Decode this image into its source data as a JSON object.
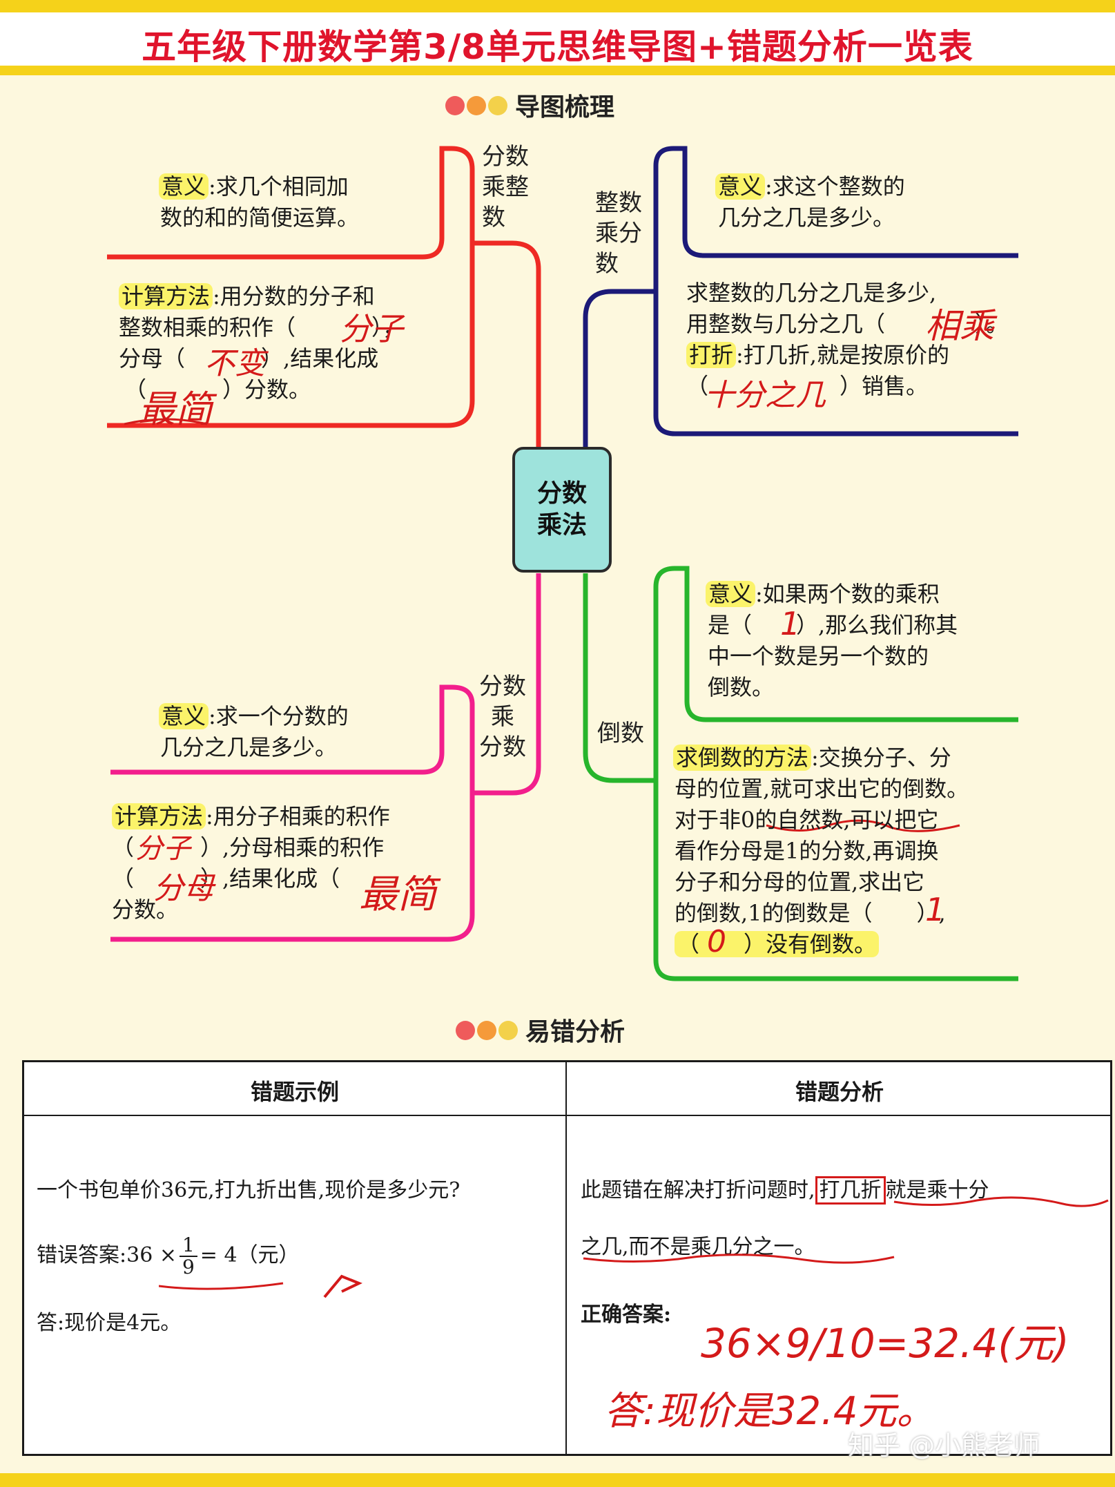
{
  "title": "五年级下册数学第3/8单元思维导图+错题分析一览表",
  "mindmap_section_title": "导图梳理",
  "errors_section_title": "易错分析",
  "center_node": {
    "line1": "分数",
    "line2": "乘法"
  },
  "branch_top_left": {
    "label_lines": [
      "分数",
      "乘整",
      "数"
    ],
    "meaning_key": "意义",
    "meaning_text": ":求几个相同加",
    "meaning_text2": "数的和的简便运算。",
    "method_key": "计算方法",
    "method_lines": [
      ":用分数的分子和",
      "整数相乘的积作（",
      "分母（",
      "（",
      "）分数。"
    ],
    "method_line2_end": "），",
    "method_line3_end": "）,结果化成",
    "handwriting": [
      "分子",
      "不变",
      "最简"
    ]
  },
  "branch_top_right": {
    "label_lines": [
      "整数",
      "乘分",
      "数"
    ],
    "meaning_key": "意义",
    "meaning_text": ":求这个整数的",
    "meaning_text2": "几分之几是多少。",
    "line1": "求整数的几分之几是多少,",
    "line2": "用整数与几分之几（",
    "line2_end": "）。",
    "discount_key": "打折",
    "discount_text": ":打几折,就是按原价的",
    "discount_line2_start": "（",
    "discount_line2_end": "）销售。",
    "handwriting": [
      "相乘",
      "十分之几"
    ]
  },
  "branch_bottom_left": {
    "label_lines": [
      "分数",
      "乘",
      "分数"
    ],
    "meaning_key": "意义",
    "meaning_text": ":求一个分数的",
    "meaning_text2": "几分之几是多少。",
    "method_key": "计算方法",
    "method_text": ":用分子相乘的积作",
    "method_line2": "（　　　）,分母相乘的积作",
    "method_line3": "（　　　）,结果化成（",
    "method_line4": "分数。",
    "handwriting": [
      "分子",
      "分母",
      "最简"
    ]
  },
  "branch_bottom_right": {
    "label": "倒数",
    "meaning_key": "意义",
    "meaning_text": ":如果两个数的乘积",
    "meaning_line2": "是（　　）,那么我们称其",
    "meaning_line3": "中一个数是另一个数的",
    "meaning_line4": "倒数。",
    "method_key": "求倒数的方法",
    "method_text": ":交换分子、分",
    "method_lines": [
      "母的位置,就可求出它的倒数。",
      "对于非0的自然数,可以把它",
      "看作分母是1的分数,再调换",
      "分子和分母的位置,求出它",
      "的倒数,1的倒数是（　　）,",
      "（　　）没有倒数。"
    ],
    "handwriting": [
      "1",
      "1",
      "0"
    ]
  },
  "table": {
    "headers": [
      "错题示例",
      "错题分析"
    ],
    "example_question": "一个书包单价36元,打九折出售,现价是多少元?",
    "wrong_answer_label": "错误答案:",
    "wrong_answer_pre": "36 ×",
    "wrong_answer_num": "1",
    "wrong_answer_den": "9",
    "wrong_answer_post": "= 4（元）",
    "wrong_answer_conclusion": "答:现价是4元。",
    "analysis_pre": "此题错在解决打折问题时,",
    "analysis_boxed": "打几折",
    "analysis_post": "就是乘十分",
    "analysis_line2": "之几,而不是乘几分之一。",
    "correct_label": "正确答案:",
    "correct_handwriting": "36×9/10=32.4(元)",
    "correct_conclusion": "答:现价是32.4元。"
  },
  "watermark": "知乎 @小熊老师",
  "colors": {
    "title_red": "#e0142c",
    "stripe_yellow": "#f5d21a",
    "branch_red": "#ee2a24",
    "branch_navy": "#1c1a78",
    "branch_pink": "#f21f8c",
    "branch_green": "#27b52c",
    "center_fill": "#9ee3dc",
    "highlight": "#fbf36a",
    "handwriting_red": "#d41a1a"
  }
}
